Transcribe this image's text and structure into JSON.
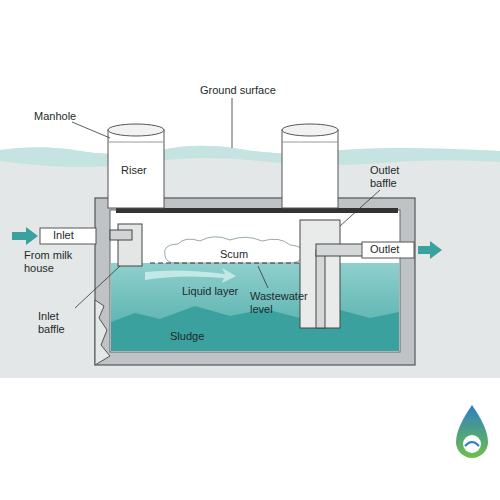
{
  "diagram": {
    "labels": [
      "Manhole",
      "Ground surface",
      "Riser",
      "Outlet baffle",
      "Inlet",
      "From milk house",
      "Scum",
      "Outlet",
      "Liquid layer",
      "Wastewater level",
      "Inlet baffle",
      "Sludge"
    ]
  }
}
